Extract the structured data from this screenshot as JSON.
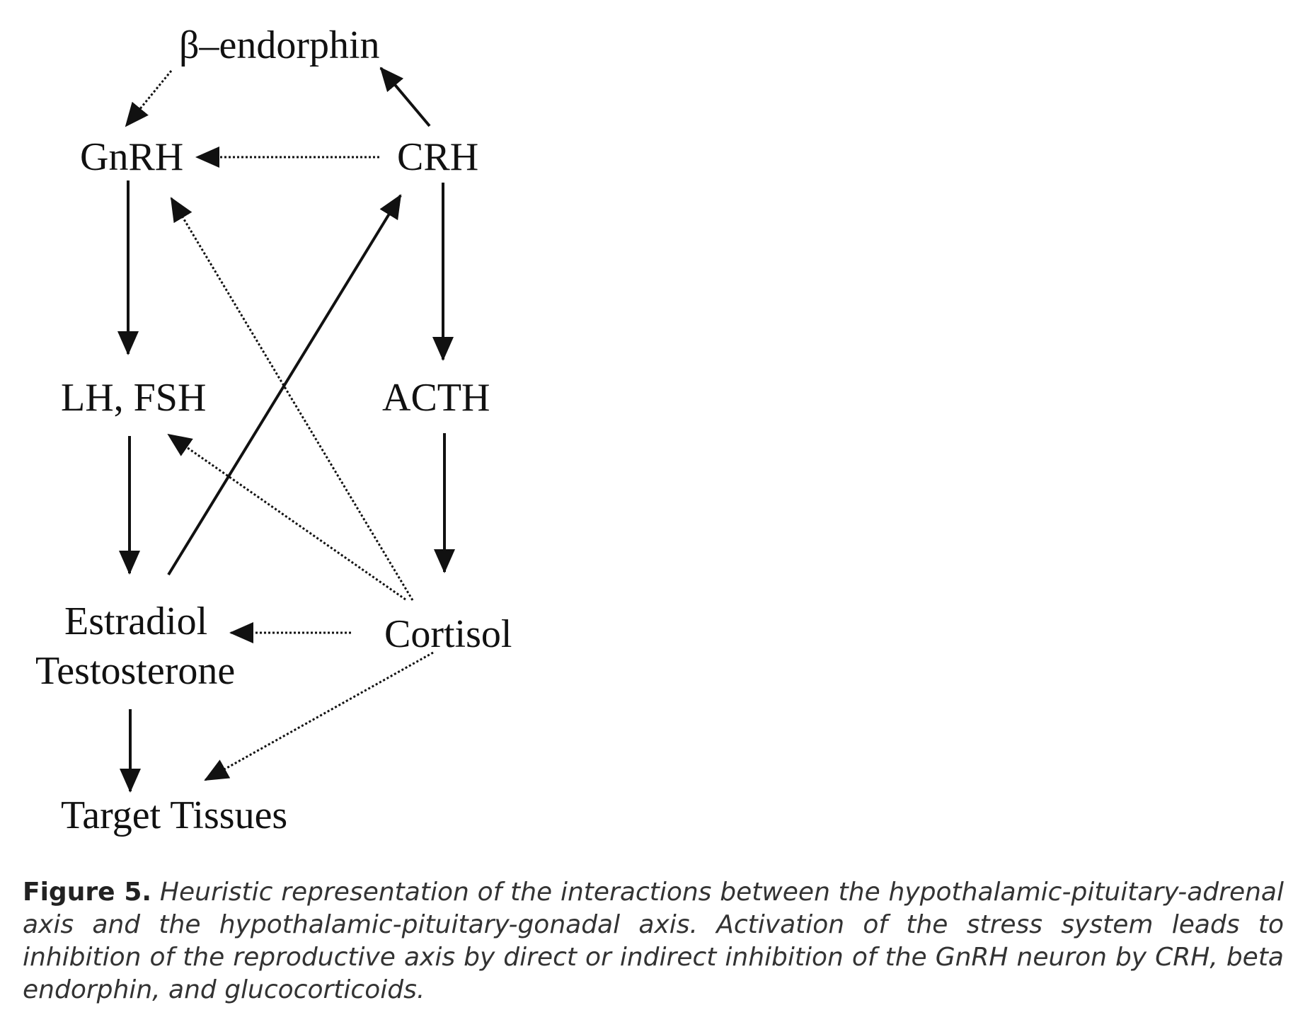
{
  "nodes": {
    "beta_endorphin": "β–endorphin",
    "gnrh": "GnRH",
    "crh": "CRH",
    "lh_fsh": "LH, FSH",
    "acth": "ACTH",
    "estradiol": "Estradiol",
    "testosterone": "Testosterone",
    "cortisol": "Cortisol",
    "target_tissues": "Target Tissues"
  },
  "caption": {
    "label": "Figure 5.",
    "text": "Heuristic representation of the interactions between the hypothalamic-pituitary-adrenal axis and the hypothalamic-pituitary-gonadal axis. Activation of the stress system leads to inhibition of the reproductive axis by direct or indirect inhibition of the GnRH neuron by CRH, beta endorphin, and glucocorticoids."
  },
  "edges": [
    {
      "from": "beta_endorphin",
      "to": "gnrh",
      "style": "dotted"
    },
    {
      "from": "crh",
      "to": "beta_endorphin",
      "style": "solid"
    },
    {
      "from": "crh",
      "to": "gnrh",
      "style": "dotted"
    },
    {
      "from": "gnrh",
      "to": "lh_fsh",
      "style": "solid"
    },
    {
      "from": "crh",
      "to": "acth",
      "style": "solid"
    },
    {
      "from": "lh_fsh",
      "to": "estradiol",
      "style": "solid"
    },
    {
      "from": "acth",
      "to": "cortisol",
      "style": "solid"
    },
    {
      "from": "estradiol",
      "to": "crh",
      "style": "solid"
    },
    {
      "from": "cortisol",
      "to": "gnrh",
      "style": "dotted"
    },
    {
      "from": "cortisol",
      "to": "lh_fsh",
      "style": "dotted"
    },
    {
      "from": "cortisol",
      "to": "estradiol",
      "style": "dotted"
    },
    {
      "from": "estradiol",
      "to": "target_tissues",
      "style": "solid"
    },
    {
      "from": "cortisol",
      "to": "target_tissues",
      "style": "dotted"
    }
  ],
  "colors": {
    "ink": "#111111",
    "caption": "#333333"
  }
}
